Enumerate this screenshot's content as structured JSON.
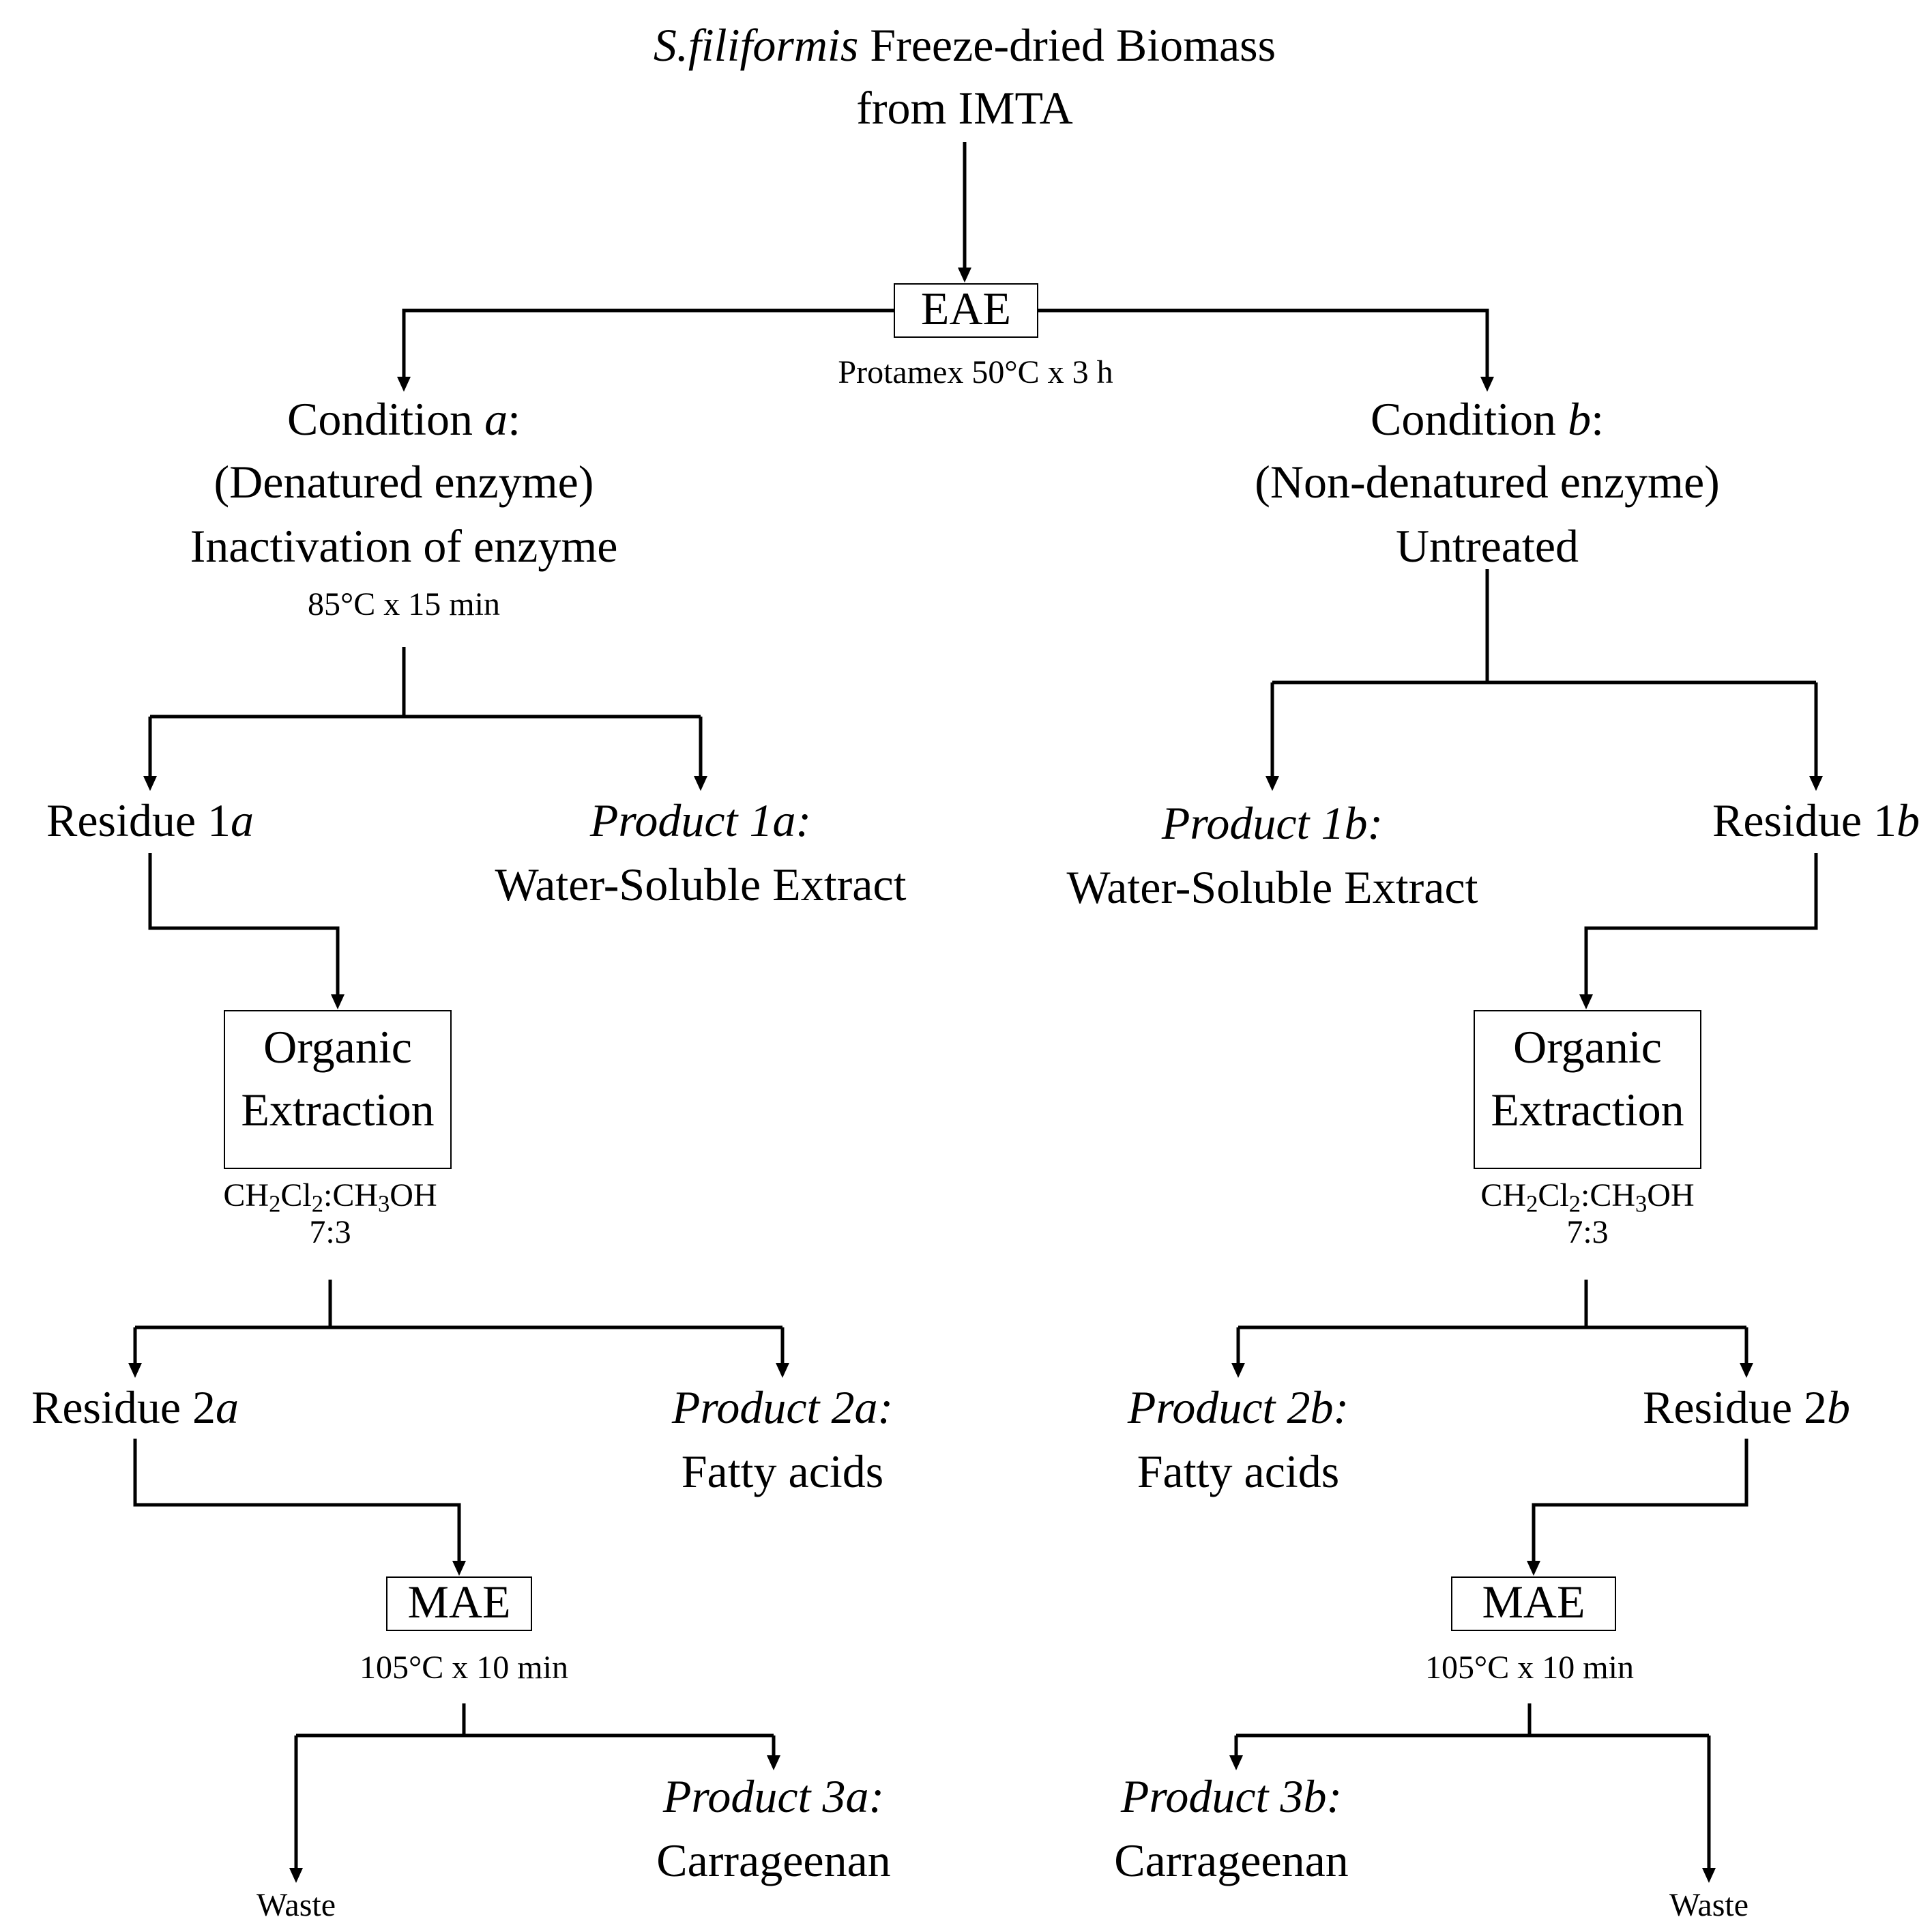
{
  "source": {
    "species": "S.filiformis",
    "line1_rest": " Freeze-dried Biomass",
    "line2": "from IMTA"
  },
  "eae": {
    "label": "EAE",
    "conditions": "Protamex 50°C x 3 h"
  },
  "cond_a": {
    "title_prefix": "Condition ",
    "title_letter": "a",
    "title_colon": ":",
    "sub": "(Denatured enzyme)",
    "desc": "Inactivation of enzyme",
    "params": "85°C x 15 min"
  },
  "cond_b": {
    "title_prefix": "Condition ",
    "title_letter": "b",
    "title_colon": ":",
    "sub": "(Non-denatured enzyme)",
    "desc": "Untreated"
  },
  "residue_1a": {
    "prefix": "Residue 1",
    "letter": "a"
  },
  "product_1a": {
    "title": "Product 1a:",
    "desc": "Water-Soluble Extract"
  },
  "product_1b": {
    "title": "Product 1b:",
    "desc": "Water-Soluble Extract"
  },
  "residue_1b": {
    "prefix": "Residue 1",
    "letter": "b"
  },
  "organic_a": {
    "line1": "Organic",
    "line2": "Extraction",
    "solvent": {
      "p1": "CH",
      "s1": "2",
      "p2": "Cl",
      "s2": "2",
      "p3": ":CH",
      "s3": "3",
      "p4": "OH"
    },
    "ratio": "7:3"
  },
  "organic_b": {
    "line1": "Organic",
    "line2": "Extraction",
    "solvent": {
      "p1": "CH",
      "s1": "2",
      "p2": "Cl",
      "s2": "2",
      "p3": ":CH",
      "s3": "3",
      "p4": "OH"
    },
    "ratio": "7:3"
  },
  "residue_2a": {
    "prefix": "Residue 2",
    "letter": "a"
  },
  "product_2a": {
    "title": "Product 2a:",
    "desc": "Fatty acids"
  },
  "product_2b": {
    "title": "Product 2b:",
    "desc": "Fatty acids"
  },
  "residue_2b": {
    "prefix": "Residue 2",
    "letter": "b"
  },
  "mae_a": {
    "label": "MAE",
    "conditions": "105°C x 10 min"
  },
  "mae_b": {
    "label": "MAE",
    "conditions": "105°C x 10 min"
  },
  "product_3a": {
    "title": "Product 3a:",
    "desc": "Carrageenan"
  },
  "product_3b": {
    "title": "Product 3b:",
    "desc": "Carrageenan"
  },
  "waste_a": {
    "label": "Waste"
  },
  "waste_b": {
    "label": "Waste"
  }
}
